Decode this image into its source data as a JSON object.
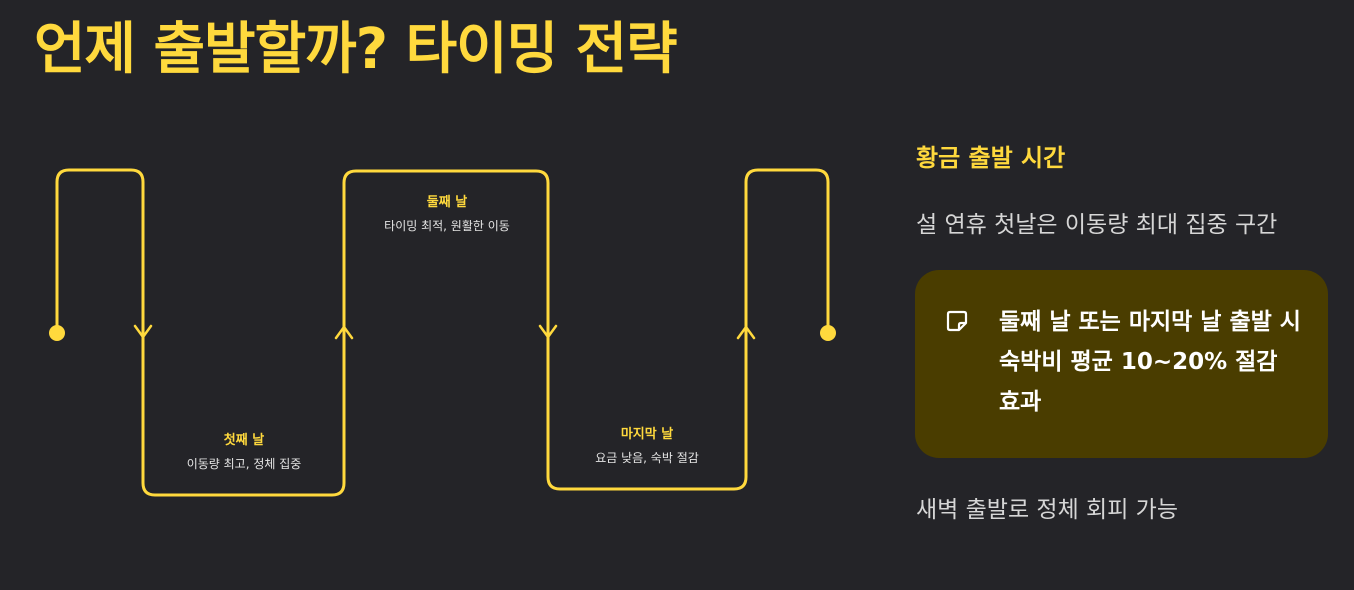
{
  "title": "언제 출발할까? 타이밍 전략",
  "colors": {
    "background": "#242428",
    "accent": "#ffd93d",
    "callout_bg": "#4a3d00"
  },
  "timeline": {
    "stages": [
      {
        "label": "첫째 날",
        "description": "이동량 최고, 정체 집중"
      },
      {
        "label": "둘째 날",
        "description": "타이밍 최적, 원활한 이동"
      },
      {
        "label": "마지막 날",
        "description": "요금 낮음, 숙박 절감"
      }
    ]
  },
  "side": {
    "title": "황금 출발 시간",
    "text1": "설 연휴 첫날은 이동량 최대 집중 구간",
    "callout": {
      "icon": "note-icon",
      "text": "둘째 날 또는 마지막 날 출발 시 숙박비 평균 10~20% 절감 효과"
    },
    "text2": "새벽 출발로 정체 회피 가능"
  }
}
